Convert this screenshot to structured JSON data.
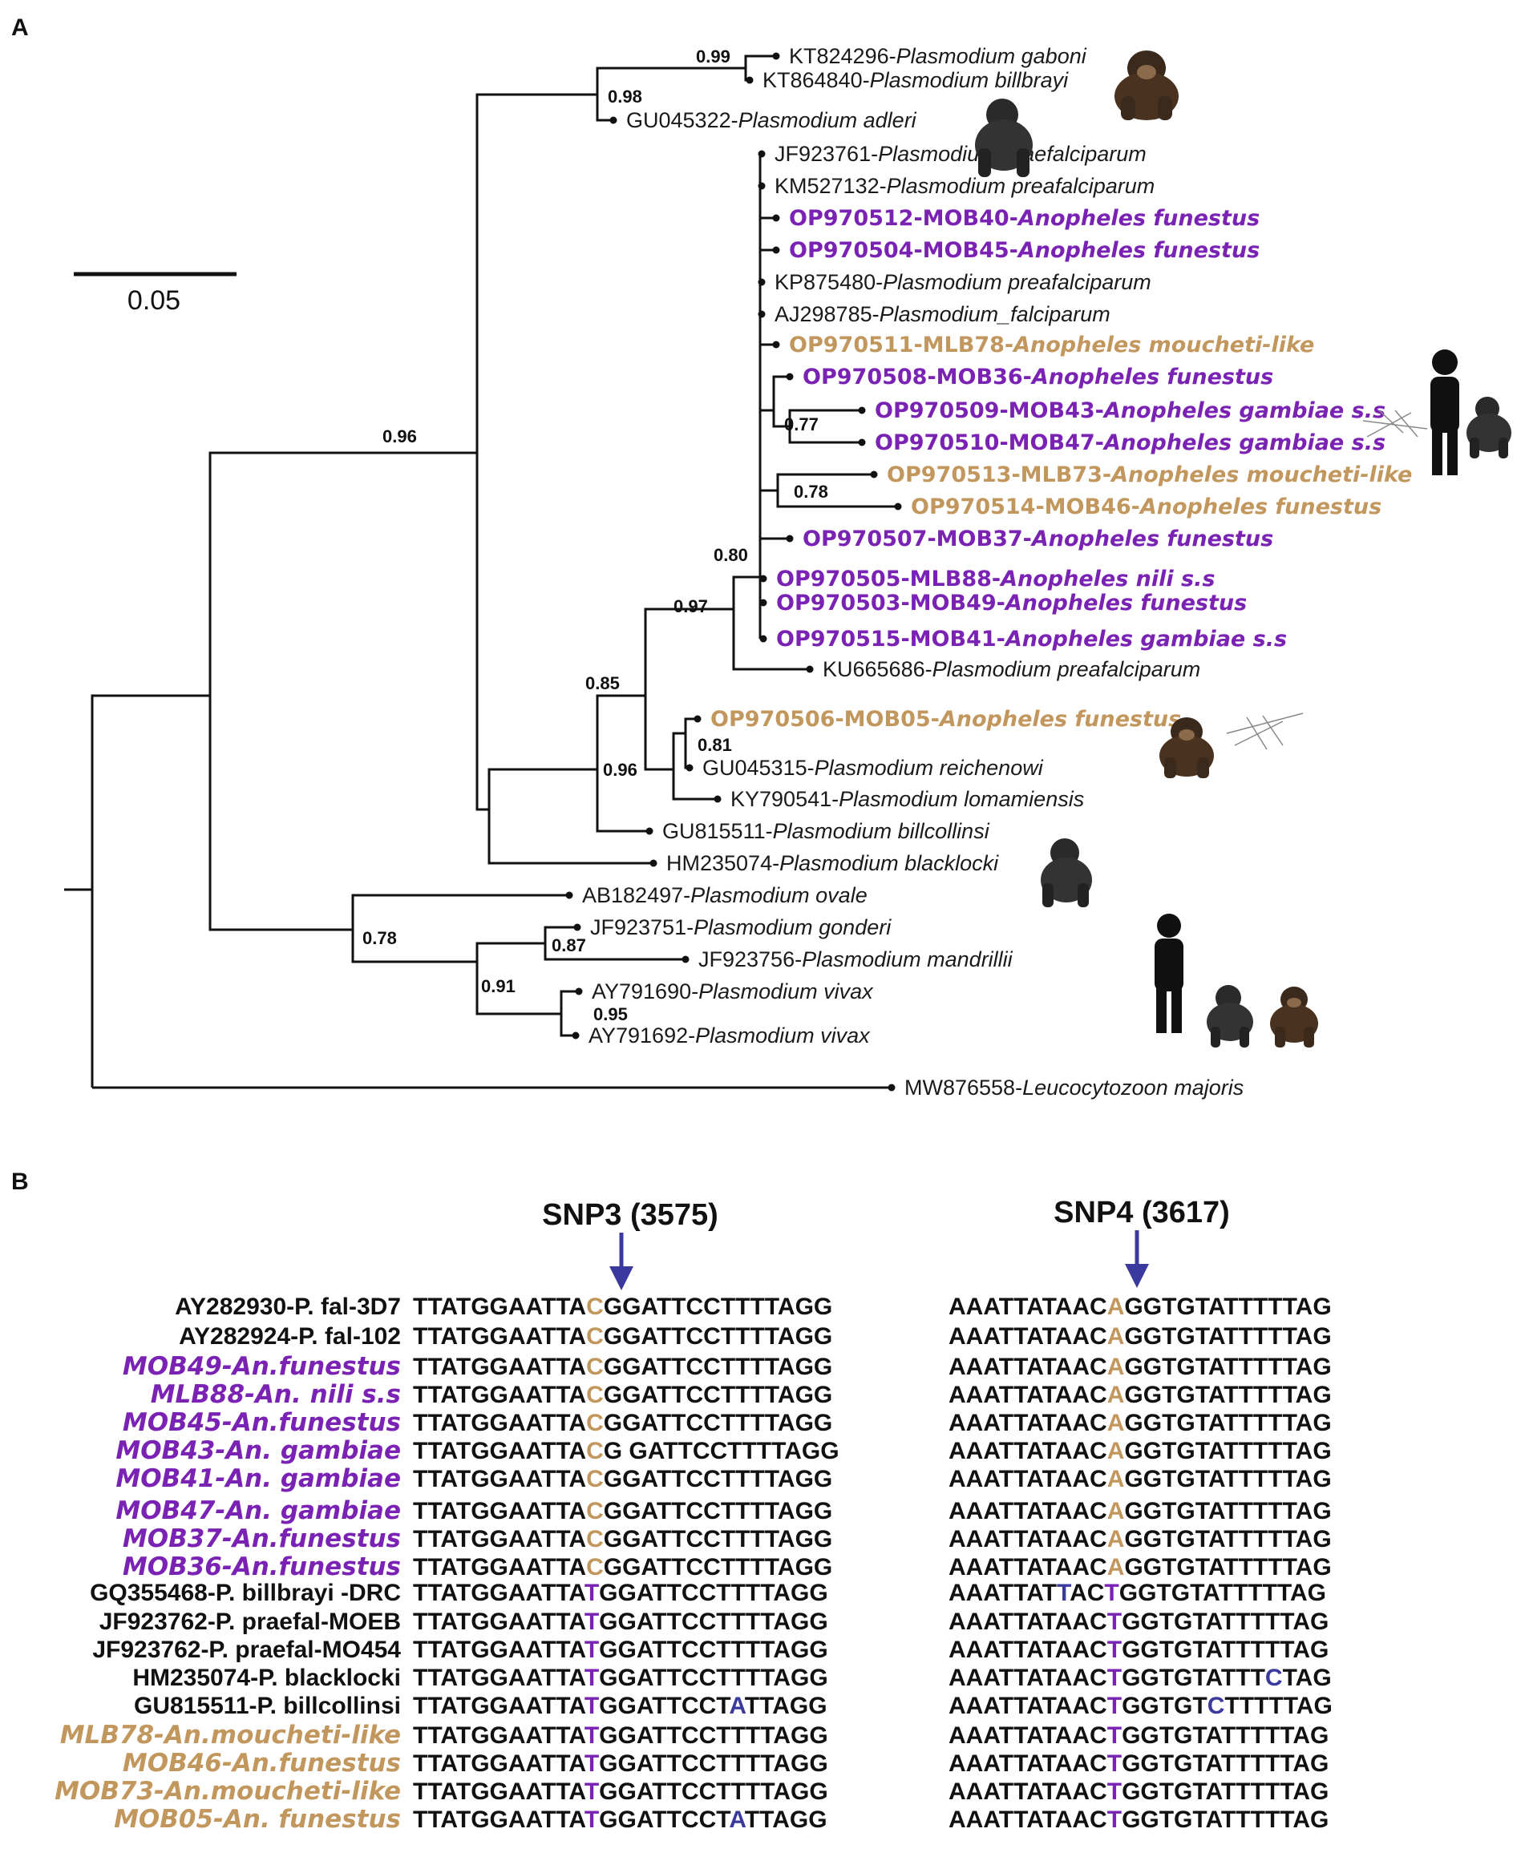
{
  "panel_a_label": "A",
  "panel_b_label": "B",
  "scale_bar_label": "0.05",
  "colors": {
    "purple": "#7a22b3",
    "tan": "#c2975d",
    "blue": "#3a3a9e",
    "black": "#1a1a1a"
  },
  "tips": [
    {
      "acc": "KT824296-",
      "sp": "Plasmodium gaboni",
      "color": "black"
    },
    {
      "acc": "KT864840-",
      "sp": "Plasmodium billbrayi",
      "color": "black"
    },
    {
      "acc": "GU045322-",
      "sp": "Plasmodium adleri",
      "color": "black"
    },
    {
      "acc": "JF923761-",
      "sp": "Plasmodium praefalciparum",
      "color": "black"
    },
    {
      "acc": "KM527132-",
      "sp": "Plasmodium preafalciparum",
      "color": "black"
    },
    {
      "acc": "OP970512-MOB40-",
      "sp": "Anopheles funestus",
      "color": "purple"
    },
    {
      "acc": "OP970504-MOB45-",
      "sp": "Anopheles funestus",
      "color": "purple"
    },
    {
      "acc": "KP875480-",
      "sp": "Plasmodium preafalciparum",
      "color": "black"
    },
    {
      "acc": "AJ298785-",
      "sp": "Plasmodium_falciparum",
      "color": "black"
    },
    {
      "acc": "OP970511-MLB78-",
      "sp": "Anopheles moucheti-like",
      "color": "tan"
    },
    {
      "acc": "OP970508-MOB36-",
      "sp": "Anopheles funestus",
      "color": "purple"
    },
    {
      "acc": "OP970509-MOB43-",
      "sp": "Anopheles gambiae s.s",
      "color": "purple"
    },
    {
      "acc": "OP970510-MOB47-",
      "sp": "Anopheles gambiae s.s",
      "color": "purple"
    },
    {
      "acc": "OP970513-MLB73-",
      "sp": "Anopheles moucheti-like",
      "color": "tan"
    },
    {
      "acc": "OP970514-MOB46-",
      "sp": "Anopheles funestus",
      "color": "tan"
    },
    {
      "acc": "OP970507-MOB37-",
      "sp": "Anopheles funestus",
      "color": "purple"
    },
    {
      "acc": "OP970505-MLB88-",
      "sp": "Anopheles nili s.s",
      "color": "purple"
    },
    {
      "acc": "OP970503-MOB49-",
      "sp": "Anopheles funestus",
      "color": "purple"
    },
    {
      "acc": "OP970515-MOB41-",
      "sp": "Anopheles gambiae s.s",
      "color": "purple"
    },
    {
      "acc": "KU665686-",
      "sp": "Plasmodium preafalciparum",
      "color": "black"
    },
    {
      "acc": "OP970506-MOB05-",
      "sp": "Anopheles funestus",
      "color": "tan"
    },
    {
      "acc": "GU045315-",
      "sp": "Plasmodium reichenowi",
      "color": "black"
    },
    {
      "acc": "KY790541-",
      "sp": "Plasmodium lomamiensis",
      "color": "black"
    },
    {
      "acc": "GU815511-",
      "sp": "Plasmodium billcollinsi",
      "color": "black"
    },
    {
      "acc": "HM235074-",
      "sp": "Plasmodium blacklocki",
      "color": "black"
    },
    {
      "acc": "AB182497-",
      "sp": "Plasmodium ovale",
      "color": "black"
    },
    {
      "acc": "JF923751-",
      "sp": "Plasmodium gonderi",
      "color": "black"
    },
    {
      "acc": "JF923756-",
      "sp": "Plasmodium mandrillii",
      "color": "black"
    },
    {
      "acc": "AY791690-",
      "sp": "Plasmodium vivax",
      "color": "black"
    },
    {
      "acc": "AY791692-",
      "sp": "Plasmodium vivax",
      "color": "black"
    },
    {
      "acc": "MW876558-",
      "sp": "Leucocytozoon majoris",
      "color": "black"
    }
  ],
  "bootstrap": [
    "0.99",
    "0.98",
    "0.96",
    "0.77",
    "0.78",
    "0.80",
    "0.97",
    "0.85",
    "0.81",
    "0.96",
    "0.78",
    "0.87",
    "0.91",
    "0.95"
  ],
  "snp3": {
    "label": "SNP3 (3575)"
  },
  "snp4": {
    "label": "SNP4 (3617)"
  },
  "alignment": [
    {
      "name": "AY282930-P. fal-3D7",
      "color": "black",
      "s3": [
        "TTATGGAATTA",
        "C",
        "GGATTCCTTTTAGG"
      ],
      "s4": [
        "AAATTATAAC",
        "A",
        "GGTGTATTTTTAG"
      ]
    },
    {
      "name": "AY282924-P. fal-102",
      "color": "black",
      "s3": [
        "TTATGGAATTA",
        "C",
        "GGATTCCTTTTAGG"
      ],
      "s4": [
        "AAATTATAAC",
        "A",
        "GGTGTATTTTTAG"
      ]
    },
    {
      "name": "MOB49-An.funestus",
      "color": "purple",
      "s3": [
        "TTATGGAATTA",
        "C",
        "GGATTCCTTTTAGG"
      ],
      "s4": [
        "AAATTATAAC",
        "A",
        "GGTGTATTTTTAG"
      ]
    },
    {
      "name": "MLB88-An. nili s.s",
      "color": "purple",
      "s3": [
        "TTATGGAATTA",
        "C",
        "GGATTCCTTTTAGG"
      ],
      "s4": [
        "AAATTATAAC",
        "A",
        "GGTGTATTTTTAG"
      ]
    },
    {
      "name": "MOB45-An.funestus",
      "color": "purple",
      "s3": [
        "TTATGGAATTA",
        "C",
        "GGATTCCTTTTAGG"
      ],
      "s4": [
        "AAATTATAAC",
        "A",
        "GGTGTATTTTTAG"
      ]
    },
    {
      "name": "MOB43-An. gambiae",
      "color": "purple",
      "s3": [
        "TTATGGAATTA",
        "C",
        "G GATTCCTTTTAGG"
      ],
      "s4": [
        "AAATTATAAC",
        "A",
        "GGTGTATTTTTAG"
      ]
    },
    {
      "name": "MOB41-An. gambiae",
      "color": "purple",
      "s3": [
        "TTATGGAATTA",
        "C",
        "GGATTCCTTTTAGG"
      ],
      "s4": [
        "AAATTATAAC",
        "A",
        "GGTGTATTTTTAG"
      ]
    },
    {
      "name": "MOB47-An. gambiae",
      "color": "purple",
      "s3": [
        "TTATGGAATTA",
        "C",
        "GGATTCCTTTTAGG"
      ],
      "s4": [
        "AAATTATAAC",
        "A",
        "GGTGTATTTTTAG"
      ]
    },
    {
      "name": "MOB37-An.funestus",
      "color": "purple",
      "s3": [
        "TTATGGAATTA",
        "C",
        "GGATTCCTTTTAGG"
      ],
      "s4": [
        "AAATTATAAC",
        "A",
        "GGTGTATTTTTAG"
      ]
    },
    {
      "name": "MOB36-An.funestus",
      "color": "purple",
      "s3": [
        "TTATGGAATTA",
        "C",
        "GGATTCCTTTTAGG"
      ],
      "s4": [
        "AAATTATAAC",
        "A",
        "GGTGTATTTTTAG"
      ]
    },
    {
      "name": "GQ355468-P. billbrayi -DRC",
      "color": "black",
      "s3": [
        "TTATGGAATTA",
        "T",
        "GGATTCCTTTTAGG"
      ],
      "s4": [
        "AAATTAT",
        "T",
        "AC",
        "T",
        "GGTGTATTTTTAG"
      ]
    },
    {
      "name": "JF923762-P. praefal-MOEB",
      "color": "black",
      "s3": [
        "TTATGGAATTA",
        "T",
        "GGATTCCTTTTAGG"
      ],
      "s4": [
        "AAATTATAAC",
        "T",
        "GGTGTATTTTTAG"
      ]
    },
    {
      "name": "JF923762-P. praefal-MO454",
      "color": "black",
      "s3": [
        "TTATGGAATTA",
        "T",
        "GGATTCCTTTTAGG"
      ],
      "s4": [
        "AAATTATAAC",
        "T",
        "GGTGTATTTTTAG"
      ]
    },
    {
      "name": "HM235074-P. blacklocki",
      "color": "black",
      "s3": [
        "TTATGGAATTA",
        "T",
        "GGATTCCTTTTAGG"
      ],
      "s4": [
        "AAATTATAAC",
        "T",
        "GGTGTATTT",
        "C",
        "TAG"
      ]
    },
    {
      "name": "GU815511-P. billcollinsi",
      "color": "black",
      "s3": [
        "TTATGGAATTA",
        "T",
        "GGATTCCT",
        "A",
        "TTAGG"
      ],
      "s4": [
        "AAATTATAAC",
        "T",
        "GGTGT",
        "C",
        "TTTTTAG"
      ]
    },
    {
      "name": "MLB78-An.moucheti-like",
      "color": "tan",
      "s3": [
        "TTATGGAATTA",
        "T",
        "GGATTCCTTTTAGG"
      ],
      "s4": [
        "AAATTATAAC",
        "T",
        "GGTGTATTTTTAG"
      ]
    },
    {
      "name": "MOB46-An.funestus",
      "color": "tan",
      "s3": [
        "TTATGGAATTA",
        "T",
        "GGATTCCTTTTAGG"
      ],
      "s4": [
        "AAATTATAAC",
        "T",
        "GGTGTATTTTTAG"
      ]
    },
    {
      "name": "MOB73-An.moucheti-like",
      "color": "tan",
      "s3": [
        "TTATGGAATTA",
        "T",
        "GGATTCCTTTTAGG"
      ],
      "s4": [
        "AAATTATAAC",
        "T",
        "GGTGTATTTTTAG"
      ]
    },
    {
      "name": "MOB05-An. funestus",
      "color": "tan",
      "s3": [
        "TTATGGAATTA",
        "T",
        "GGATTCCT",
        "A",
        "TTAGG"
      ],
      "s4": [
        "AAATTATAAC",
        "T",
        "GGTGTATTTTTAG"
      ]
    }
  ]
}
